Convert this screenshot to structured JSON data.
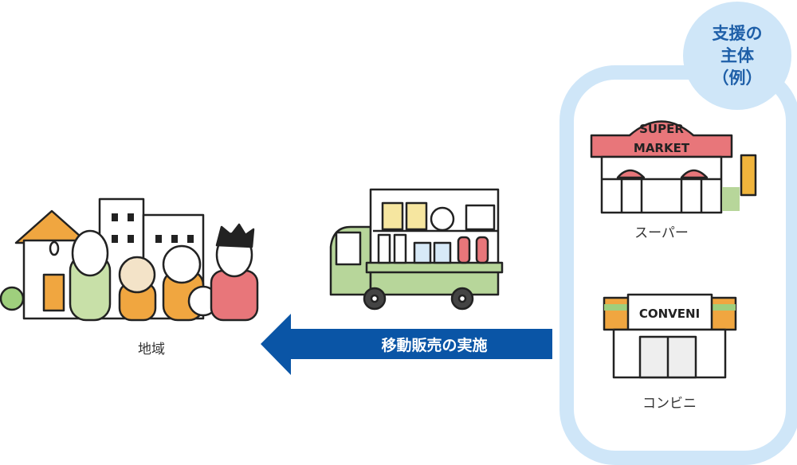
{
  "support_circle": {
    "line1": "支援の",
    "line2": "主体",
    "line3": "（例）"
  },
  "region_label": "地域",
  "arrow_label": "移動販売の実施",
  "supermarket": {
    "sign_line1": "SUPER",
    "sign_line2": "MARKET",
    "label": "スーパー"
  },
  "convenience": {
    "sign": "CONVENI",
    "label": "コンビニ"
  },
  "colors": {
    "frame": "#cfe6f8",
    "arrow": "#0a55a6",
    "circle_text": "#1e5fa8"
  }
}
